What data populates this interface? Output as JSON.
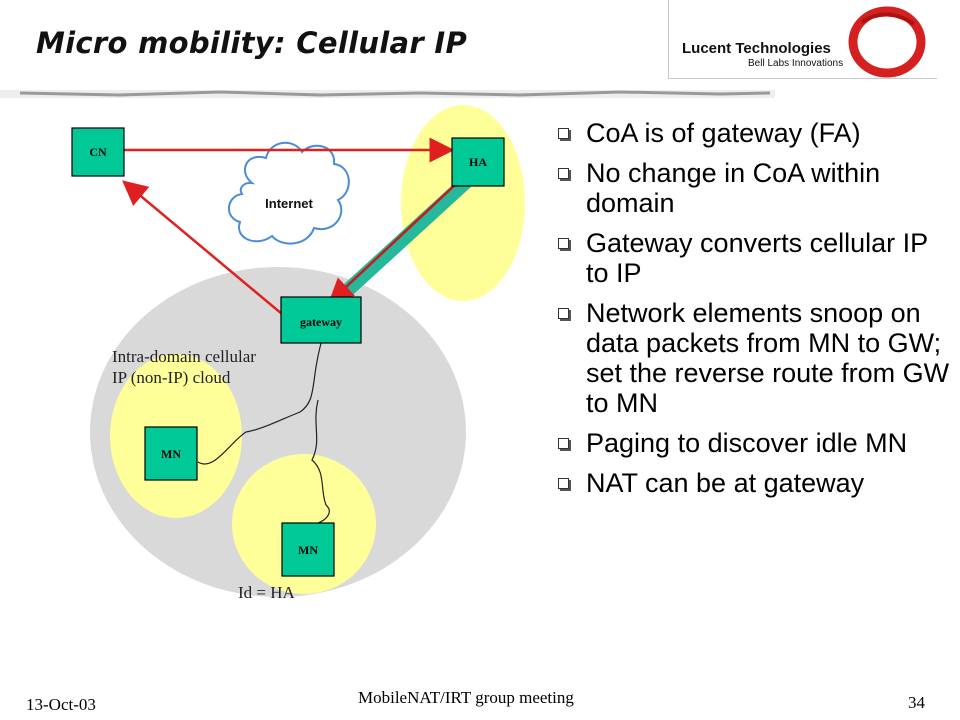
{
  "slide": {
    "title": "Micro mobility: Cellular IP",
    "brand": {
      "name": "Lucent Technologies",
      "tagline": "Bell Labs Innovations"
    }
  },
  "diagram": {
    "nodes": {
      "cn": "CN",
      "ha": "HA",
      "gateway": "gateway",
      "mn1": "MN",
      "mn2": "MN"
    },
    "cloud_label": "Internet",
    "domain_label_line1": "Intra-domain cellular",
    "domain_label_line2": "IP (non-IP) cloud",
    "id_label": "Id = HA",
    "colors": {
      "node_fill": "#00c896",
      "tunnel": "#26b89a",
      "arrow": "#e02020",
      "domain_cloud": "#d9d9d9",
      "cell": "#ffff99"
    }
  },
  "bullets": [
    "CoA is of gateway (FA)",
    "No change in CoA within domain",
    "Gateway converts cellular IP to IP",
    "Network elements snoop on data packets from MN to GW; set the reverse route from GW to MN",
    "Paging to discover idle MN",
    "NAT can be at gateway"
  ],
  "footer": {
    "date": "13-Oct-03",
    "center": "MobileNAT/IRT group meeting",
    "page": "34"
  }
}
